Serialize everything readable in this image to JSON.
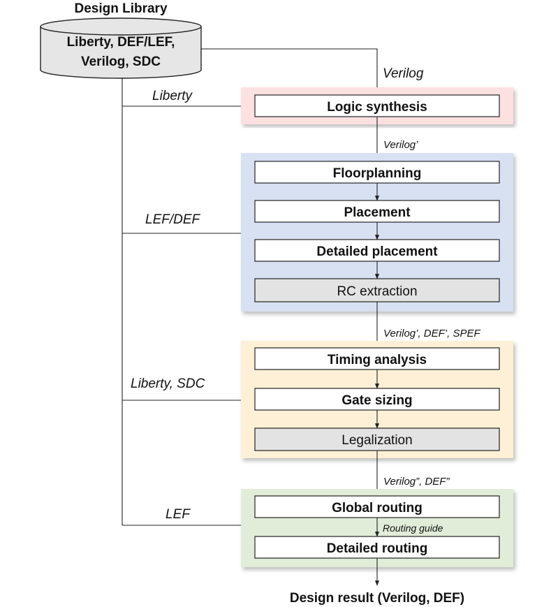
{
  "library": {
    "title": "Design Library",
    "line1": "Liberty, DEF/LEF,",
    "line2": "Verilog, SDC"
  },
  "edges": {
    "verilog": "Verilog",
    "liberty": "Liberty",
    "verilog_prime": "Verilog’",
    "lef_def": "LEF/DEF",
    "verilog_def_spef": "Verilog’, DEF’, SPEF",
    "liberty_sdc": "Liberty, SDC",
    "verilog2_def2": "Verilog”, DEF”",
    "lef": "LEF",
    "routing_guide": "Routing guide"
  },
  "stages": {
    "synthesis": {
      "steps": [
        "Logic synthesis"
      ]
    },
    "placement": {
      "steps": [
        "Floorplanning",
        "Placement",
        "Detailed placement",
        "RC extraction"
      ]
    },
    "timing": {
      "steps": [
        "Timing analysis",
        "Gate sizing",
        "Legalization"
      ]
    },
    "routing": {
      "steps": [
        "Global routing",
        "Detailed routing"
      ]
    }
  },
  "result": "Design result (Verilog, DEF)",
  "colors": {
    "synthesis_bg": "#fde0e0",
    "placement_bg": "#d8e1f2",
    "timing_bg": "#fdf0d6",
    "routing_bg": "#e1ecd9",
    "cylinder_fill": "#e6e6e6",
    "gray_step": "#e3e3e3",
    "line": "#222222"
  }
}
